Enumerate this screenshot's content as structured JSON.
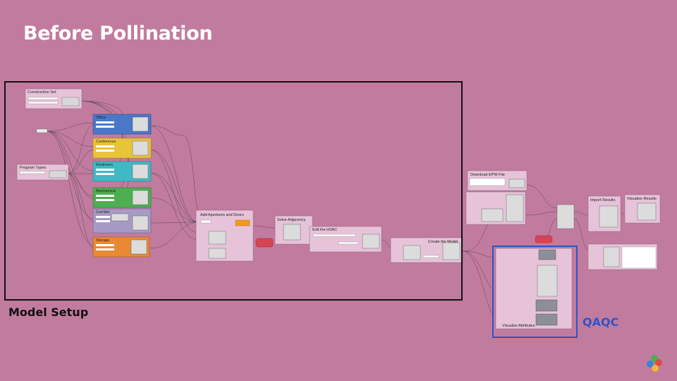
{
  "slide": {
    "title": "Before Pollination"
  },
  "labels": {
    "model_setup": "Model Setup",
    "qaqc": "QAQC"
  },
  "groups": {
    "construction_set": "Construction Set",
    "program_types": "Program Types",
    "office": "Office",
    "conference": "Conference",
    "restroom": "Restroom",
    "mechanical": "Mechanical",
    "corridor": "Corridor",
    "storage": "Storage",
    "add_apertures": "Add Apertures and Doors",
    "solve_adjacency": "Solve Adjacency",
    "edit_hvac": "Edit the HVAC",
    "create_model": "Create the Model",
    "download_epw": "Download EPW File",
    "import_results": "Import Results",
    "visualize_results": "Visualize Results",
    "visualize_attributes": "Visualize Attributes"
  },
  "colors": {
    "background": "#c17b9f",
    "group_pink": "#e6c3d8",
    "office": "#4a78c8",
    "conference": "#e7c43a",
    "restroom": "#3fb9c4",
    "mechanical": "#4caf50",
    "corridor": "#a79ac4",
    "storage": "#e88a34",
    "qaqc_frame": "#2f54c7",
    "error": "#d64553",
    "warning": "#f39a1e"
  },
  "logo": "pollination-logo-icon"
}
